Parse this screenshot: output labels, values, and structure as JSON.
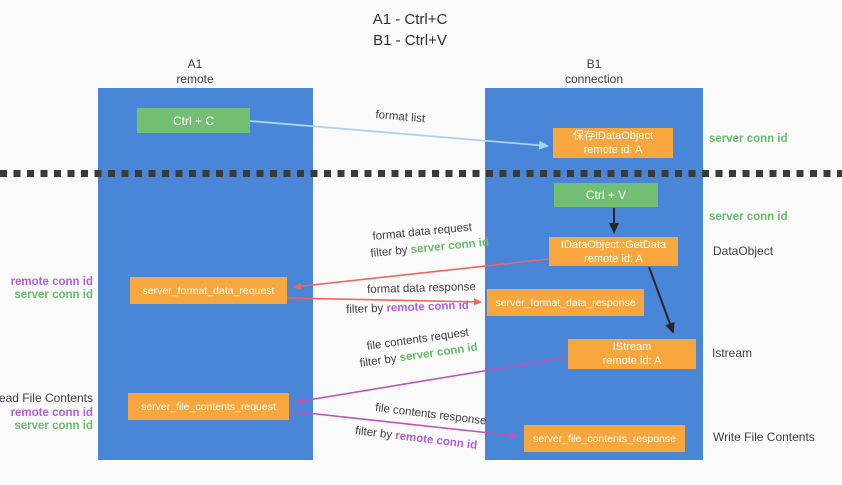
{
  "title": {
    "line1": "A1 - Ctrl+C",
    "line2": "B1 - Ctrl+V"
  },
  "columns": {
    "a1": {
      "name": "A1",
      "role": "remote"
    },
    "b1": {
      "name": "B1",
      "role": "connection"
    }
  },
  "boxes": {
    "ctrl_c": {
      "label": "Ctrl + C"
    },
    "ctrl_v": {
      "label": "Ctrl + V"
    },
    "save_idataobject": {
      "line1": "保存IDataObject",
      "line2": "remote id: A"
    },
    "idataobject_getdata": {
      "line1": "IDataObject::GetData",
      "line2": "remote id: A"
    },
    "istream": {
      "line1": "IStream",
      "line2": "remote id: A"
    },
    "server_format_data_request": {
      "label": "server_format_data_request"
    },
    "server_format_data_response": {
      "label": "server_format_data_response"
    },
    "server_file_contents_request": {
      "label": "server_file_contents_request"
    },
    "server_file_contents_response": {
      "label": "server_file_contents_response"
    }
  },
  "arrow_labels": {
    "format_list": "format list",
    "format_data_request": "format data request",
    "format_data_response": "format data response",
    "file_contents_request": "file contents request",
    "file_contents_response": "file contents response",
    "filter_by": "filter by",
    "server_conn_id": "server conn id",
    "remote_conn_id": "remote conn id"
  },
  "side_labels": {
    "left_format_remote": "remote conn id",
    "left_format_server": "server conn id",
    "read_file_contents": "Read File Contents",
    "left_file_remote": "remote conn id",
    "left_file_server": "server conn id",
    "right_server_conn_id_top": "server conn id",
    "right_server_conn_id_mid": "server conn id",
    "dataobject": "DataObject",
    "istream": "Istream",
    "write_file_contents": "Write File Contents"
  },
  "colors": {
    "background": "#FAFAFA",
    "column_blue": "#4A86D8",
    "box_green": "#72BE73",
    "box_orange": "#F7A73D",
    "arrow_light_blue": "#A9D3F1",
    "arrow_red": "#F2635F",
    "arrow_magenta": "#BE53B8",
    "arrow_black": "#262626",
    "label_green": "#65BC6A",
    "label_purple": "#B15FD8",
    "text_dark": "#3F3F3F"
  }
}
